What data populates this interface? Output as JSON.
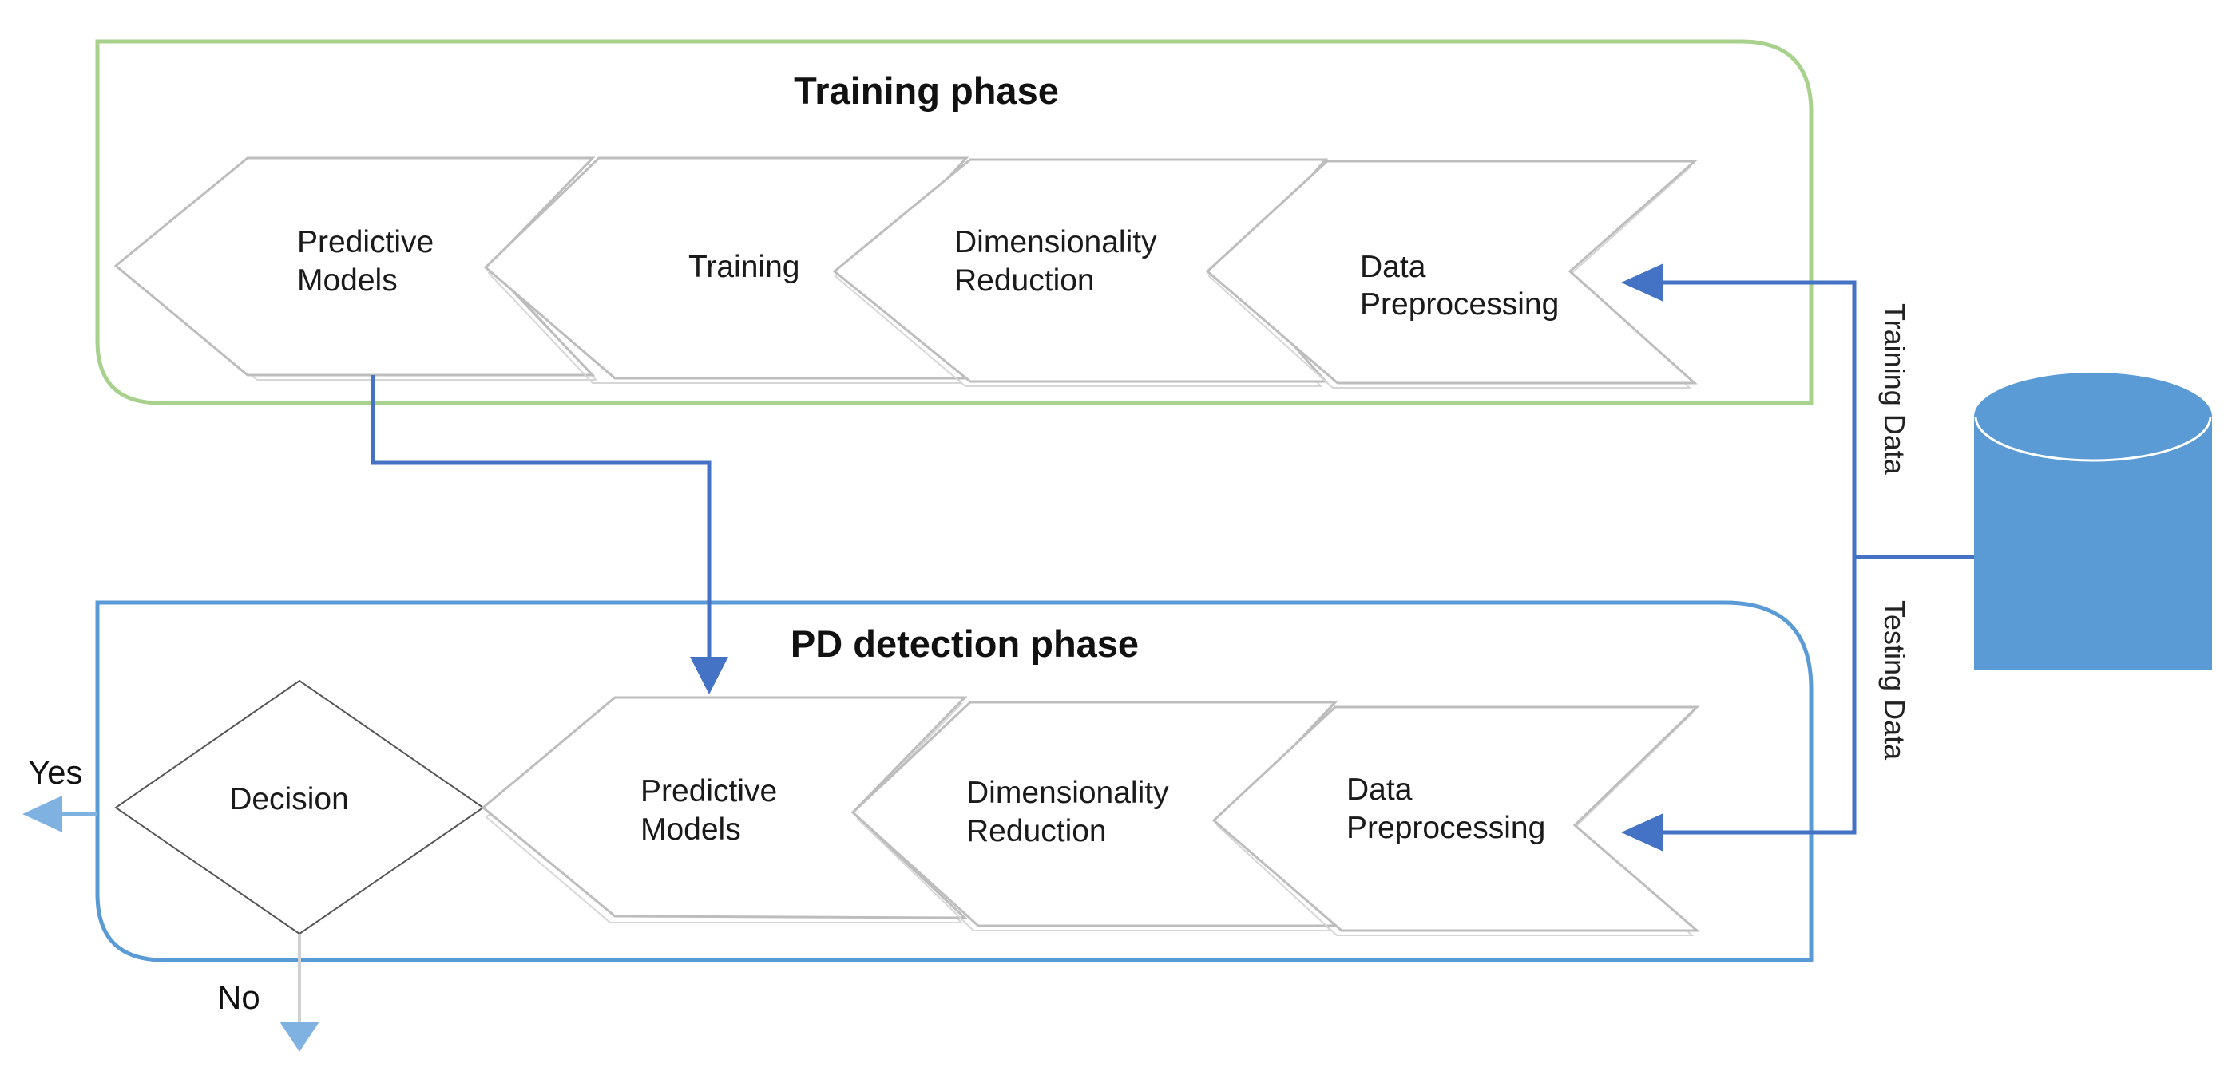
{
  "training_phase": {
    "title": "Training  phase",
    "steps": [
      {
        "line1": "Predictive",
        "line2": "Models"
      },
      {
        "line1": "Training",
        "line2": ""
      },
      {
        "line1": "Dimensionality",
        "line2": "Reduction"
      },
      {
        "line1": "Data",
        "line2": "Preprocessing"
      }
    ]
  },
  "detection_phase": {
    "title": "PD detection  phase",
    "decision": "Decision",
    "steps": [
      {
        "line1": "Predictive",
        "line2": "Models"
      },
      {
        "line1": "Dimensionality",
        "line2": "Reduction"
      },
      {
        "line1": "Data",
        "line2": "Preprocessing"
      }
    ]
  },
  "data_source": {
    "training_label": "Training Data",
    "testing_label": "Testing Data"
  },
  "outcomes": {
    "yes": "Yes",
    "no": "No"
  },
  "colors": {
    "training_border": "#a9d18e",
    "detection_border": "#5b9bd5",
    "arrow": "#4472c4",
    "database": "#5b9bd5",
    "outcome_arrow": "#7fb2e0",
    "chevron_stroke": "#bdbdbd"
  }
}
